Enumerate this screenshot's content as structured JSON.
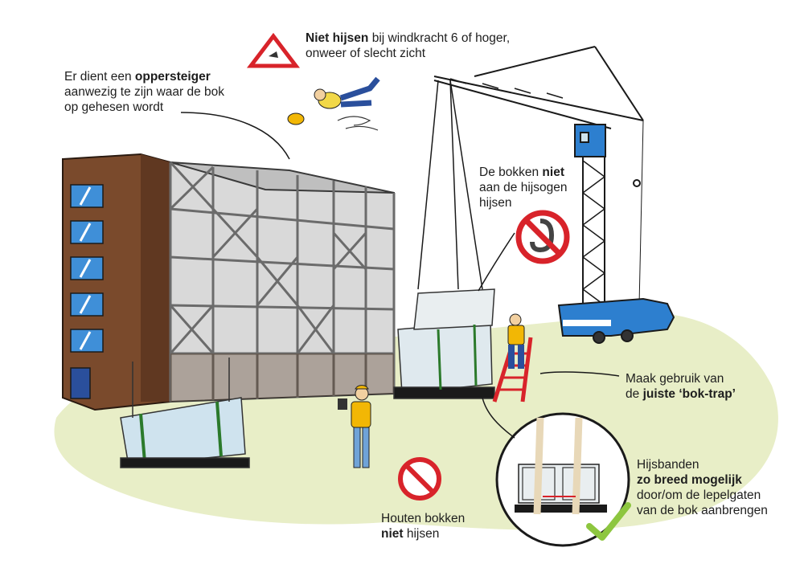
{
  "labels": {
    "wind": {
      "bold": "Niet hijsen",
      "rest": " bij windkracht 6 of hoger,",
      "line2": "onweer of slecht zicht"
    },
    "scaffold": {
      "line1_pre": "Er dient een ",
      "line1_bold": "oppersteiger",
      "line2": "aanwezig te zijn waar de bok",
      "line3": "op gehesen wordt"
    },
    "eyes": {
      "line1_pre": "De bokken ",
      "line1_bold": "niet",
      "line2": "aan de hijsogen",
      "line3": "hijsen"
    },
    "ladder": {
      "line1": "Maak gebruik van",
      "line2_pre": "de ",
      "line2_bold": "juiste ‘bok-trap’"
    },
    "straps": {
      "line1": "Hijsbanden",
      "line2_bold": "zo breed mogelijk",
      "line3": "door/om de lepelgaten",
      "line4": "van de bok aanbrengen"
    },
    "wood": {
      "line1": "Houten bokken",
      "line2_bold": "niet",
      "line2_rest": " hijsen"
    }
  },
  "icons": [
    "warning-wind-icon",
    "prohibited-hook-icon",
    "prohibited-icon",
    "checkmark-icon"
  ],
  "colors": {
    "ground": "#e8eec7",
    "brick": "#7a4a2c",
    "window": "#3f8fd8",
    "crane_blue": "#2d7fcf",
    "prohibit_red": "#d8232a",
    "check_green": "#8dc63f",
    "ladder_red": "#d8232a",
    "vest": "#f2b705"
  }
}
